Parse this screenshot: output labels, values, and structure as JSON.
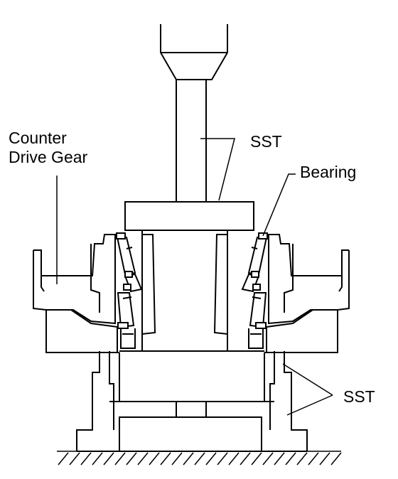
{
  "labels": {
    "counter_drive_gear": [
      "Counter",
      "Drive Gear"
    ],
    "sst_top": "SST",
    "bearing": "Bearing",
    "sst_bottom": "SST"
  },
  "colors": {
    "stroke": "#000000",
    "background": "#ffffff"
  }
}
